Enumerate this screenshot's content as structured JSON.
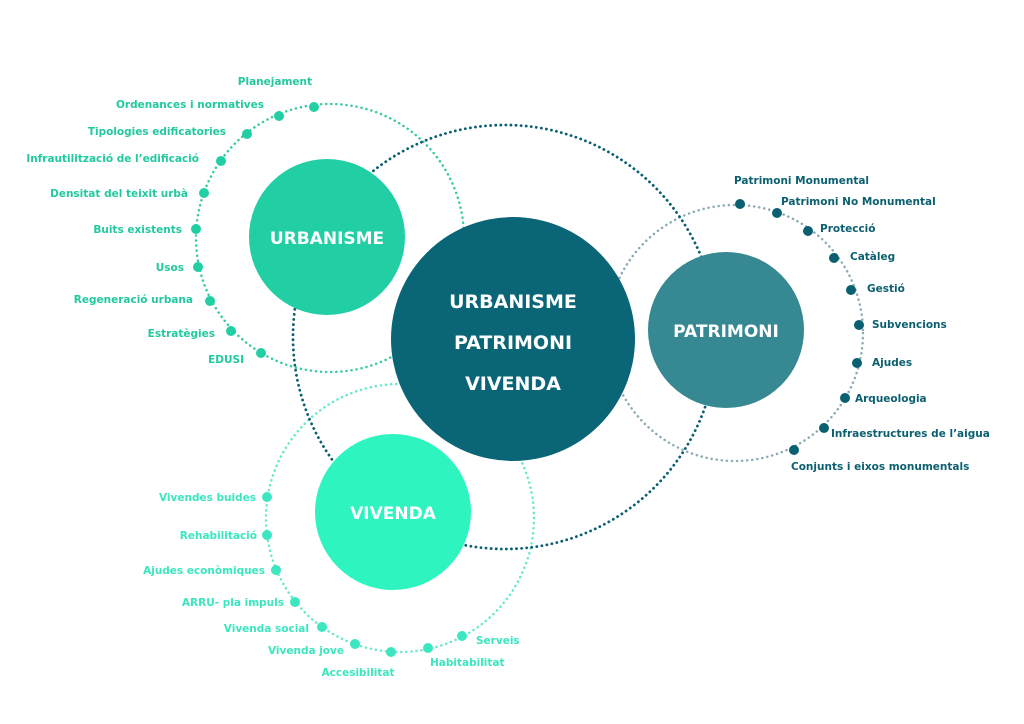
{
  "center": {
    "lines": [
      "URBANISME",
      "PATRIMONI",
      "VIVENDA"
    ],
    "color": "#0a6677"
  },
  "colors": {
    "urbanisme": "#22cfa5",
    "patrimoni": "#368893",
    "vivenda": "#2ef5c0",
    "patrimoni_text": "#0a5f70",
    "vivenda_text": "#3be6c0"
  },
  "urbanisme": {
    "title": "URBANISME",
    "items": [
      "Planejament",
      "Ordenances i normatives",
      "Tipologies edificatories",
      "Infrautilització de l’edificació",
      "Densitat del teixit urbà",
      "Buits existents",
      "Usos",
      "Regeneració urbana",
      "Estratègies",
      "EDUSI"
    ]
  },
  "patrimoni": {
    "title": "PATRIMONI",
    "items": [
      "Patrimoni Monumental",
      "Patrimoni No Monumental",
      "Protecció",
      "Catàleg",
      "Gestió",
      "Subvencions",
      "Ajudes",
      "Arqueologia",
      "Infraestructures de l’aigua",
      "Conjunts i eixos monumentals"
    ]
  },
  "vivenda": {
    "title": "VIVENDA",
    "items": [
      "Vivendes buides",
      "Rehabilitació",
      "Ajudes econòmiques",
      "ARRU- pla impuls",
      "Vivenda social",
      "Vivenda jove",
      "Accesibilitat",
      "Habitabilitat",
      "Serveis"
    ]
  }
}
